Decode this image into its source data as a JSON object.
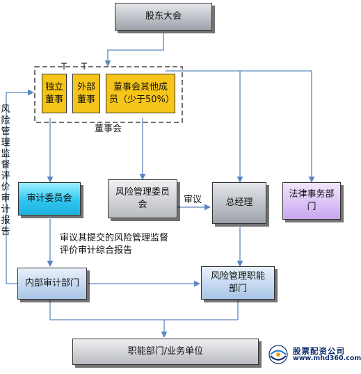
{
  "boxes": {
    "shareholders": "股东大会",
    "independent": "独立董事",
    "external": "外部董事",
    "other_members": "董事会其他成员（少于50%）",
    "board_label": "董事会",
    "audit_committee": "审计委员会",
    "risk_committee": "风险管理委员会",
    "general_manager": "总经理",
    "legal": "法律事务部门",
    "internal_audit": "内部审计部门",
    "risk_function": "风险管理职能部门",
    "business_units": "职能部门/业务单位"
  },
  "edge_labels": {
    "review": "审议",
    "side_report": "风险管理监督评价审计报告",
    "audit_report": "审议其提交的风险管理监督评价审计综合报告"
  },
  "watermark": {
    "name": "股票配资公司",
    "url": "www.mhd360.com"
  },
  "colors": {
    "arrow": "#5b86c0",
    "dash": "#222222",
    "yellow": "#f6c51a",
    "cyan": "#2ec7f2",
    "gray": "#a2a6ad",
    "light_blue": "#a8c5e8",
    "purple": "#c9a6ef"
  }
}
